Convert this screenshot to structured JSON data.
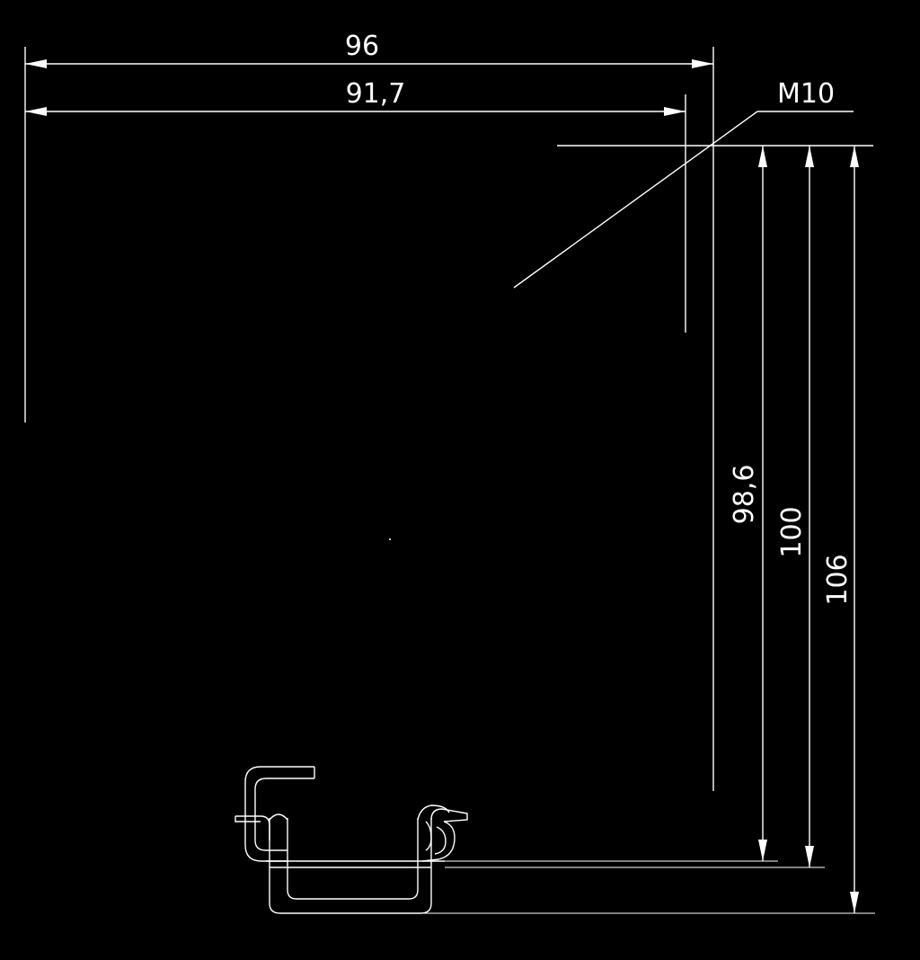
{
  "colors": {
    "background": "#000000",
    "lines": "#ffffff"
  },
  "dimensions": {
    "overall_width": "96",
    "inner_width": "91,7",
    "thread": "M10",
    "height_986": "98,6",
    "height_100": "100",
    "height_106": "106"
  }
}
